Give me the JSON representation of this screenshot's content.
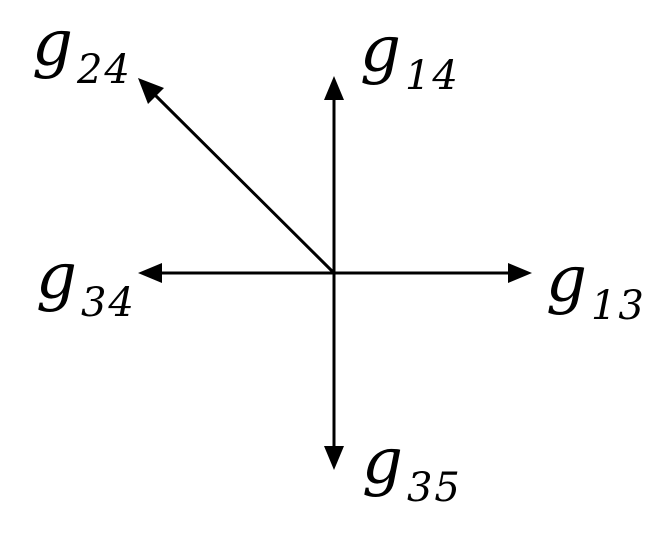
{
  "colors": {
    "stroke": "#000000",
    "background": "#ffffff"
  },
  "vectors": [
    {
      "id": "g24",
      "direction": "up-left",
      "symbol": "g",
      "subscript": "24"
    },
    {
      "id": "g14",
      "direction": "up",
      "symbol": "g",
      "subscript": "14"
    },
    {
      "id": "g34",
      "direction": "left",
      "symbol": "g",
      "subscript": "34"
    },
    {
      "id": "g13",
      "direction": "right",
      "symbol": "g",
      "subscript": "13"
    },
    {
      "id": "g35",
      "direction": "down",
      "symbol": "g",
      "subscript": "35"
    }
  ]
}
